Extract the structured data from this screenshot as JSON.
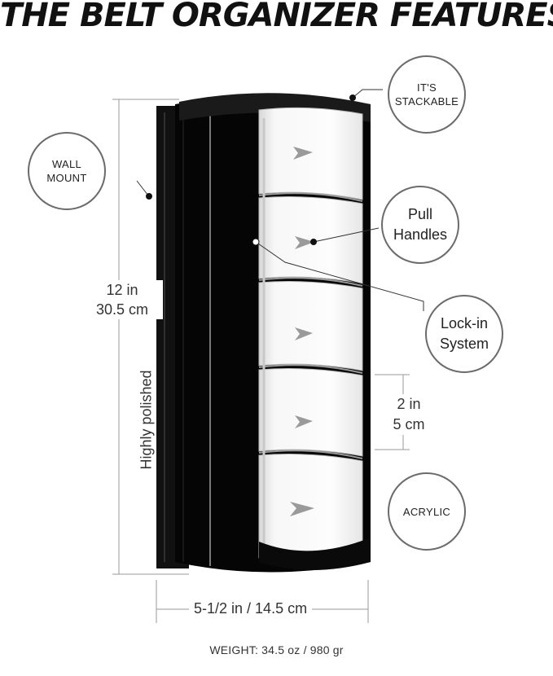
{
  "title": "THE BELT ORGANIZER FEATURES",
  "callouts": {
    "stackable": "IT'S STACKABLE",
    "wall_mount": "WALL MOUNT",
    "pull_handles": "Pull Handles",
    "lock_in": "Lock-in System",
    "acrylic": "ACRYLIC"
  },
  "dimensions": {
    "height_in": "12 in",
    "height_cm": "30.5 cm",
    "drawer_in": "2 in",
    "drawer_cm": "5 cm",
    "width": "5-1/2 in / 14.5 cm",
    "finish": "Highly polished"
  },
  "weight": "WEIGHT: 34.5 oz / 980 gr",
  "colors": {
    "body": "#0a0a0a",
    "circle_border": "#6b6b6b",
    "dimension_line": "#9a9a9a"
  }
}
